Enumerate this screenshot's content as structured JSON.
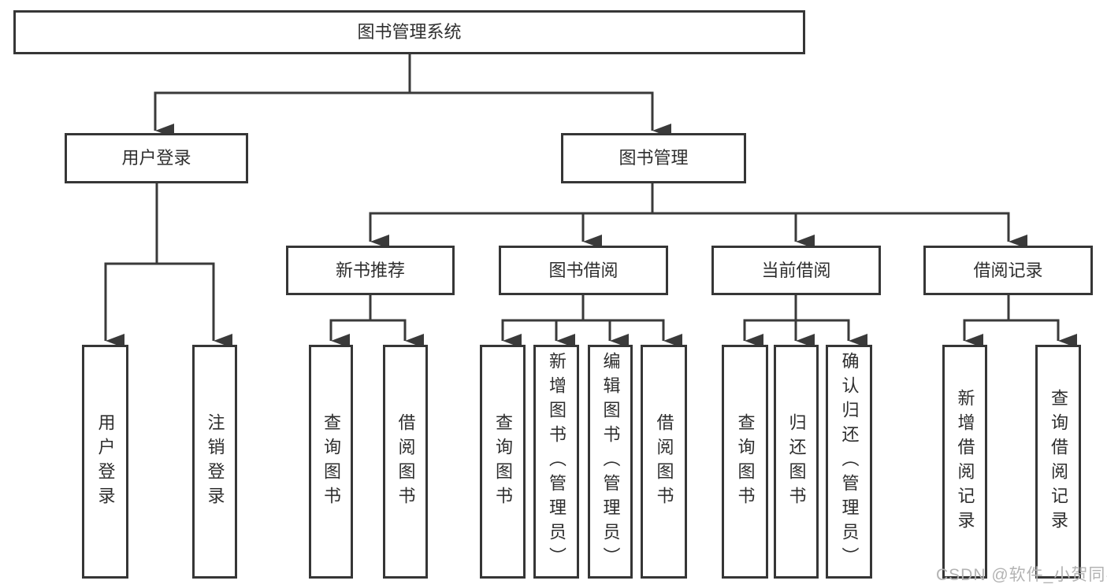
{
  "diagram": {
    "root": {
      "label": "图书管理系统"
    },
    "level2": {
      "user_login": {
        "label": "用户登录"
      },
      "book_mgmt": {
        "label": "图书管理"
      }
    },
    "level3": {
      "new_books": {
        "label": "新书推荐"
      },
      "book_borrow": {
        "label": "图书借阅"
      },
      "current_borrow": {
        "label": "当前借阅"
      },
      "borrow_records": {
        "label": "借阅记录"
      }
    },
    "leaves": {
      "login": {
        "label": "用户登录"
      },
      "logout": {
        "label": "注销登录"
      },
      "nb_query": {
        "label": "查询图书"
      },
      "nb_borrow": {
        "label": "借阅图书"
      },
      "bb_query": {
        "label": "查询图书"
      },
      "bb_add": {
        "label": "新增图书（管理员）"
      },
      "bb_edit": {
        "label": "编辑图书（管理员）"
      },
      "bb_borrow": {
        "label": "借阅图书"
      },
      "cb_query": {
        "label": "查询图书"
      },
      "cb_return": {
        "label": "归还图书"
      },
      "cb_confirm": {
        "label": "确认归还（管理员）"
      },
      "br_add": {
        "label": "新增借阅记录"
      },
      "br_query": {
        "label": "查询借阅记录"
      }
    }
  },
  "watermark": {
    "text": "CSDN @软件_小贺同学"
  },
  "colors": {
    "line": "#3a3a3a",
    "box_border": "#363636",
    "text": "#2e2e2e",
    "watermark": "#b3b3b3",
    "background": "#ffffff"
  }
}
